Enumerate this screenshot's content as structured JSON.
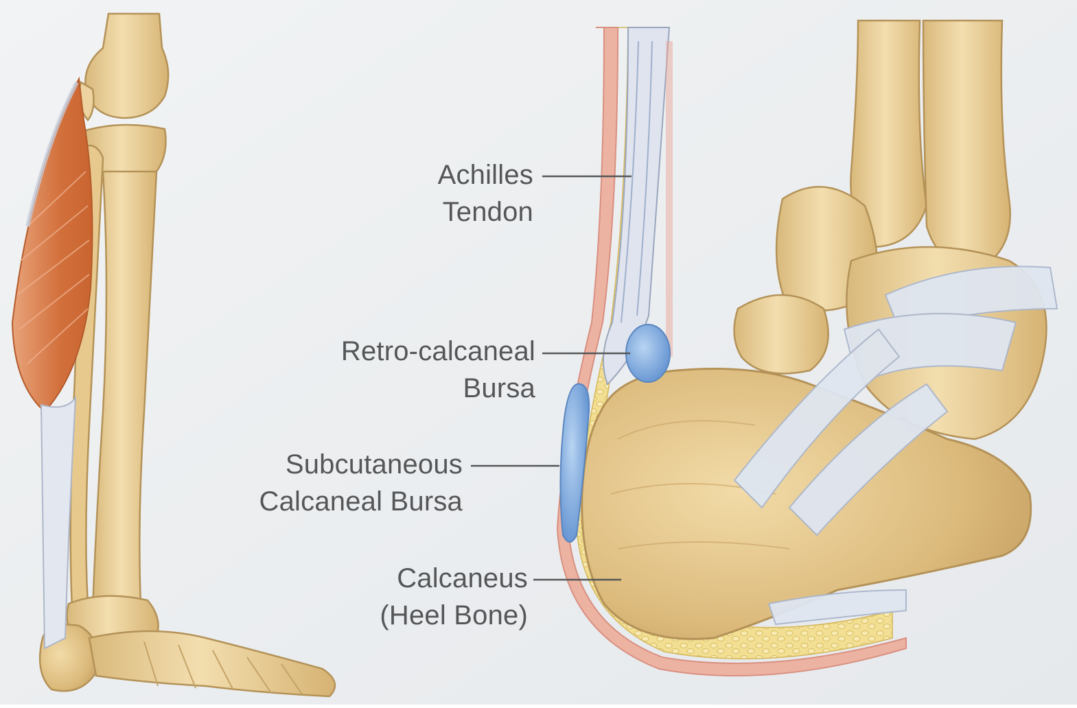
{
  "diagram": {
    "labels": {
      "achilles": {
        "line1": "Achilles",
        "line2": "Tendon"
      },
      "retro": {
        "line1": "Retro-calcaneal",
        "line2": "Bursa"
      },
      "subcutaneous": {
        "line1": "Subcutaneous",
        "line2": "Calcaneal Bursa"
      },
      "calcaneus": {
        "line1": "Calcaneus",
        "line2": "(Heel Bone)"
      }
    },
    "colors": {
      "background": "#eef0f1",
      "bone": "#e8cd98",
      "bone_outline": "#b49258",
      "muscle": "#d67a45",
      "tendon": "#dde3ee",
      "bursa": "#7ea9dc",
      "fat": "#f0dc8c",
      "skin": "#e9a89a",
      "label_text": "#555657",
      "leader_line": "#555657"
    }
  }
}
